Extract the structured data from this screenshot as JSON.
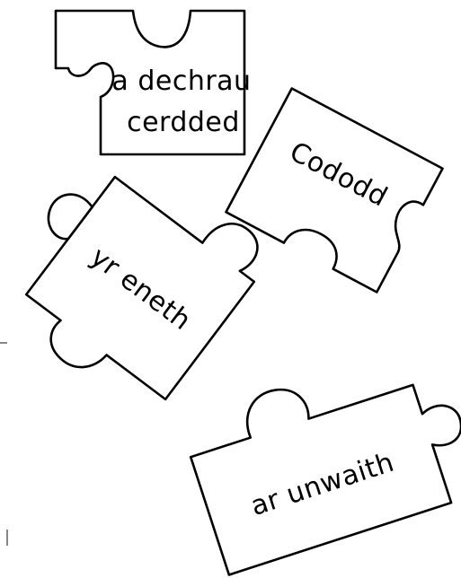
{
  "pieces": [
    {
      "id": "a-dechrau-cerdded",
      "lines": [
        "a dechrau",
        "cerdded"
      ]
    },
    {
      "id": "cododd",
      "lines": [
        "Cododd"
      ]
    },
    {
      "id": "yr-eneth",
      "lines": [
        "yr eneth"
      ]
    },
    {
      "id": "ar-unwaith",
      "lines": [
        "ar unwaith"
      ]
    }
  ],
  "colors": {
    "ink": "#000000",
    "paper": "#ffffff"
  }
}
